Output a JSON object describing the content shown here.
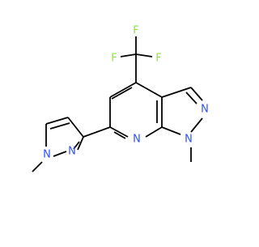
{
  "colors": {
    "background": "#ffffff",
    "bond": "#000000",
    "nitrogen": "#3050F8",
    "fluorine": "#90E050"
  },
  "atoms": {
    "f_top": "F",
    "f_left": "F",
    "f_right": "F",
    "n_pyrazole_top": "N",
    "n_pyrazole_methyl": "N",
    "n_pyridine": "N",
    "n_ring_pyrazole": "N",
    "n_ring_methyl": "N"
  }
}
